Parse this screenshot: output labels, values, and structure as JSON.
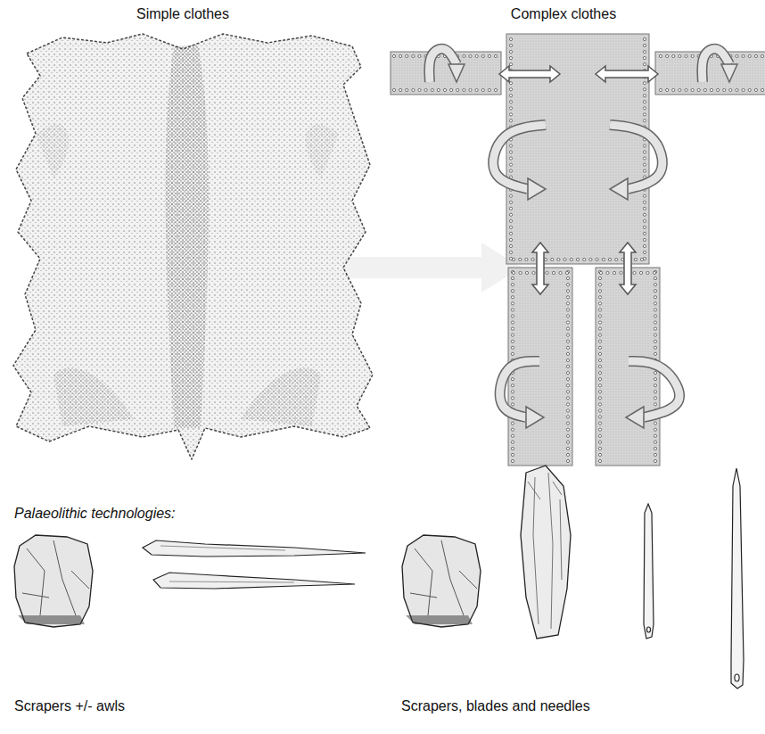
{
  "diagram": {
    "labels": [
      "Simple clothes",
      "Complex clothes",
      "Palaeolithic technologies:",
      "Scrapers +/- awls",
      "Scrapers, blades and needles"
    ]
  }
}
